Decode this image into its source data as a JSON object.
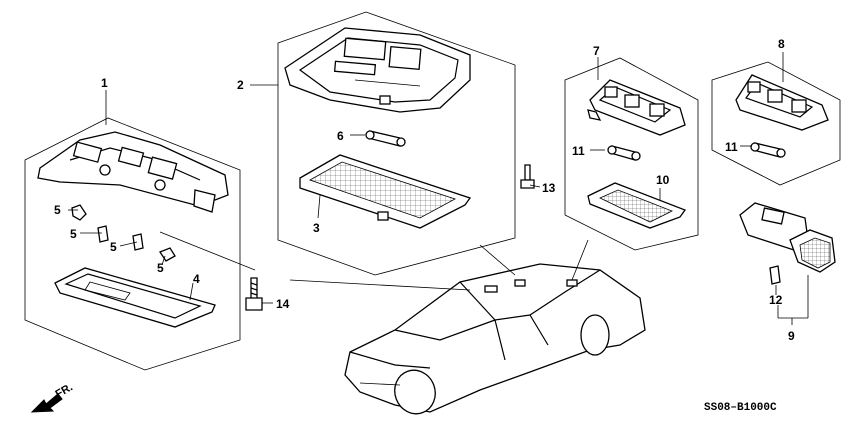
{
  "callouts": {
    "c1": "1",
    "c2": "2",
    "c3": "3",
    "c4": "4",
    "c5a": "5",
    "c5b": "5",
    "c5c": "5",
    "c5d": "5",
    "c6": "6",
    "c7": "7",
    "c8": "8",
    "c9": "9",
    "c10": "10",
    "c11a": "11",
    "c11b": "11",
    "c12": "12",
    "c13": "13",
    "c14": "14"
  },
  "direction_label": "FR.",
  "diagram_code": "SS08–B1000C"
}
